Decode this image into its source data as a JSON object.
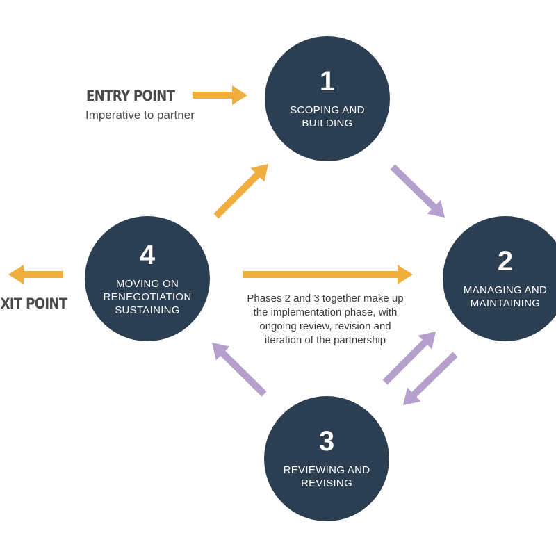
{
  "colors": {
    "circle": "#2b3e52",
    "circle_text": "#ffffff",
    "entry_exit_arrow": "#f0ae3f",
    "cycle_arrow": "#b59fcd",
    "label_text": "#4a4a4a"
  },
  "entry": {
    "title": "ENTRY POINT",
    "subtitle": "Imperative to partner"
  },
  "exit": {
    "title": "EXIT POINT"
  },
  "phases": [
    {
      "number": "1",
      "lines": [
        "SCOPING AND",
        "BUILDING"
      ]
    },
    {
      "number": "2",
      "lines": [
        "MANAGING AND",
        "MAINTAINING"
      ]
    },
    {
      "number": "3",
      "lines": [
        "REVIEWING AND",
        "REVISING"
      ]
    },
    {
      "number": "4",
      "lines": [
        "MOVING ON",
        "RENEGOTIATION",
        "SUSTAINING"
      ]
    }
  ],
  "note": {
    "lines": [
      "Phases 2 and 3 together make up",
      "the implementation phase, with",
      "ongoing review, revision and",
      "iteration of the partnership"
    ]
  },
  "arrows": [
    {
      "id": "entry-arrow",
      "color": "entry_exit_arrow",
      "meaning": "entry to phase 1"
    },
    {
      "id": "exit-arrow",
      "color": "entry_exit_arrow",
      "meaning": "phase 4 to exit"
    },
    {
      "id": "arrow-4-to-1",
      "color": "entry_exit_arrow",
      "meaning": "phase 4 to phase 1"
    },
    {
      "id": "arrow-4-to-2",
      "color": "entry_exit_arrow",
      "meaning": "phase 4 to phase 2"
    },
    {
      "id": "arrow-1-to-2",
      "color": "cycle_arrow",
      "meaning": "phase 1 to phase 2"
    },
    {
      "id": "arrow-3-to-2",
      "color": "cycle_arrow",
      "meaning": "phase 3 to phase 2"
    },
    {
      "id": "arrow-2-to-3",
      "color": "cycle_arrow",
      "meaning": "phase 2 to phase 3"
    },
    {
      "id": "arrow-3-to-4",
      "color": "cycle_arrow",
      "meaning": "phase 3 to phase 4"
    }
  ]
}
